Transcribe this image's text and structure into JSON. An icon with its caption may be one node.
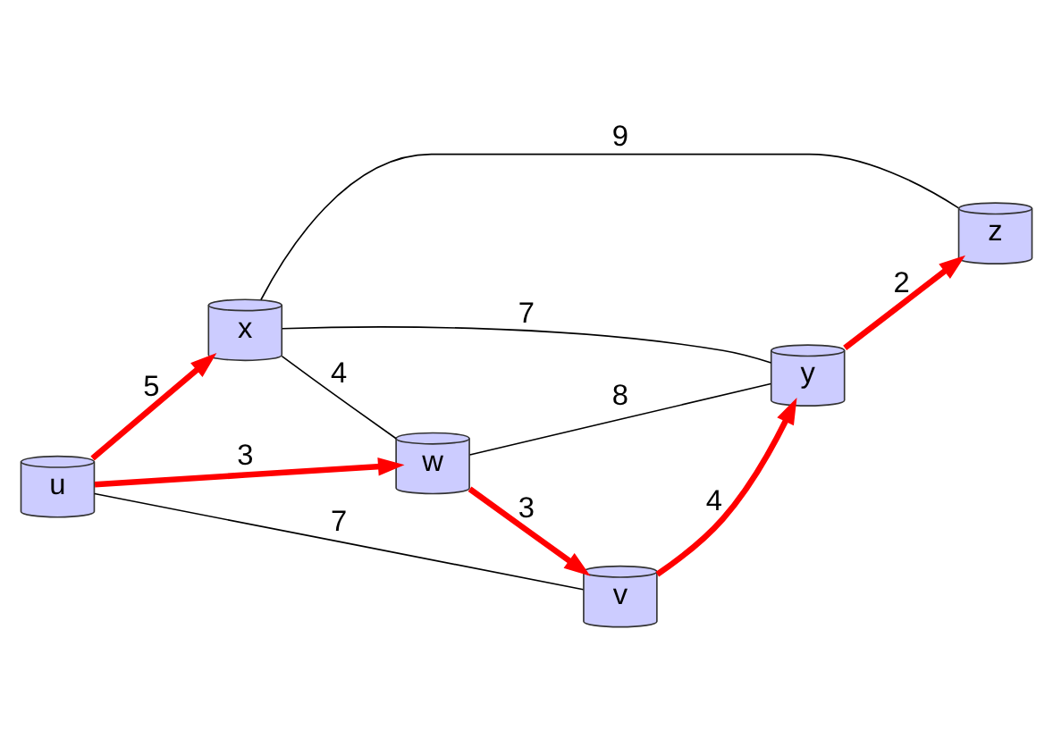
{
  "diagram": {
    "nodes": [
      {
        "text": [
          "x"
        ]
      },
      {
        "text": [
          "u"
        ]
      },
      {
        "text": [
          "w"
        ]
      },
      {
        "text": [
          "y"
        ]
      },
      {
        "text": [
          "z"
        ]
      },
      {
        "text": [
          "v"
        ]
      }
    ],
    "edges": [
      {
        "from": 1,
        "to": 0,
        "arrow": "to",
        "label": "5",
        "style": "thick",
        "color": "#ff0000"
      },
      {
        "from": 1,
        "to": 2,
        "arrow": "to",
        "label": "3",
        "style": "thick",
        "color": "#ff0000"
      },
      {
        "from": 1,
        "to": 5,
        "arrow": "none",
        "label": "7",
        "color": "#000000"
      },
      {
        "from": 0,
        "to": 2,
        "arrow": "none",
        "label": "4",
        "color": "#000000"
      },
      {
        "from": 0,
        "to": 3,
        "arrow": "none",
        "label": "7",
        "color": "#000000"
      },
      {
        "from": 0,
        "to": 4,
        "arrow": "none",
        "label": "9",
        "color": "#000000"
      },
      {
        "from": 2,
        "to": 3,
        "arrow": "none",
        "label": "8",
        "color": "#000000"
      },
      {
        "from": 2,
        "to": 5,
        "arrow": "to",
        "label": "3",
        "style": "thick",
        "color": "#ff0000"
      },
      {
        "from": 5,
        "to": 3,
        "arrow": "to",
        "label": "4",
        "style": "thick",
        "color": "#ff0000"
      },
      {
        "from": 3,
        "to": 4,
        "arrow": "to",
        "label": "2",
        "style": "thick",
        "color": "#ff0000"
      }
    ]
  }
}
